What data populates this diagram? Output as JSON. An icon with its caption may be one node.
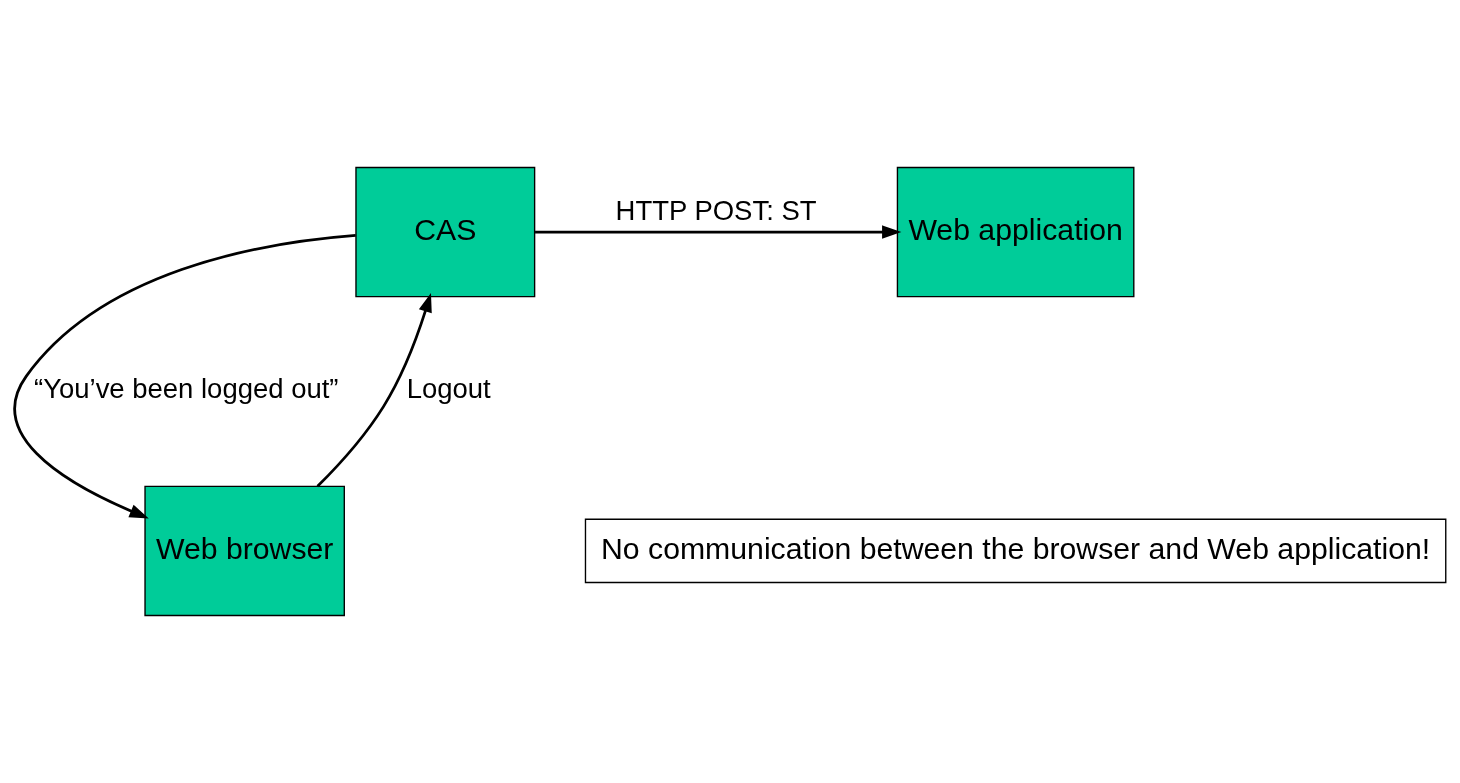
{
  "diagram": {
    "nodes": [
      {
        "text": [
          "Web application"
        ]
      },
      {
        "text": [
          "CAS"
        ]
      },
      {
        "text": [
          "Web browser"
        ]
      },
      {
        "text": [
          "No communication between the browser and Web application!"
        ]
      }
    ],
    "edges": [
      {
        "from": 1,
        "to": 0,
        "arrow": "to",
        "label": "HTTP POST: ST"
      },
      {
        "from": 2,
        "to": 1,
        "arrow": "to",
        "label": "Logout"
      },
      {
        "from": 1,
        "to": 2,
        "arrow": "to",
        "label": "“You’ve been logged out”"
      }
    ]
  }
}
